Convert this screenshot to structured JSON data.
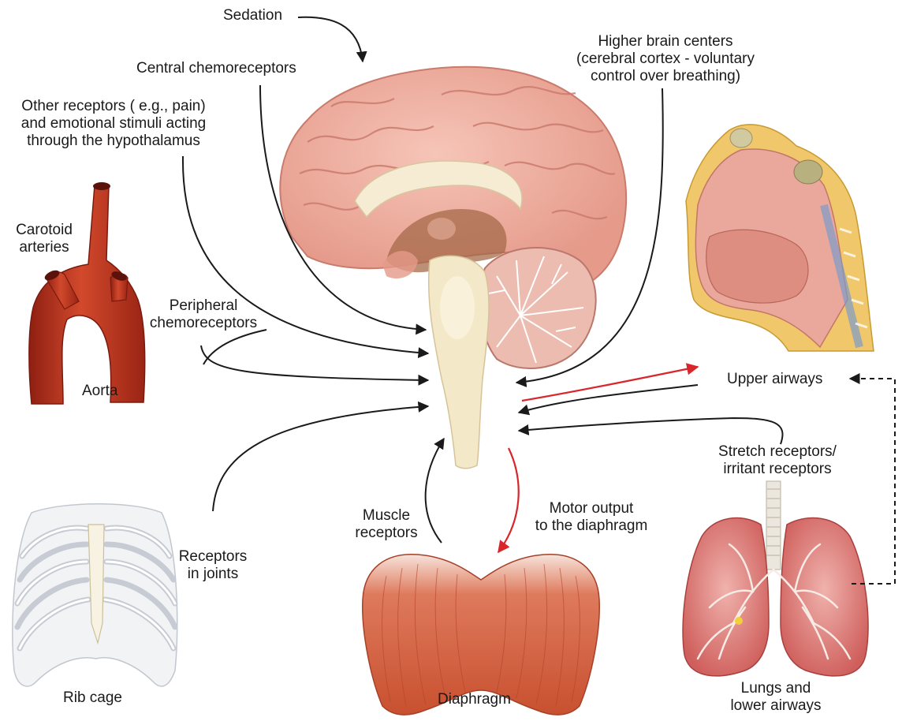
{
  "labels": {
    "sedation": "Sedation",
    "central_chemoreceptors": "Central chemoreceptors",
    "other_receptors": [
      "Other receptors ( e.g., pain)",
      "and emotional stimuli acting",
      "through the hypothalamus"
    ],
    "higher_brain_centers": [
      "Higher brain centers",
      "(cerebral cortex - voluntary",
      "control over breathing)"
    ],
    "carotoid_arteries": [
      "Carotoid",
      "arteries"
    ],
    "aorta": "Aorta",
    "peripheral_chemoreceptors": [
      "Peripheral",
      "chemoreceptors"
    ],
    "upper_airways": "Upper airways",
    "stretch_receptors": [
      "Stretch receptors/",
      "irritant receptors"
    ],
    "motor_output": [
      "Motor output",
      "to the diaphragm"
    ],
    "muscle_receptors": [
      "Muscle",
      "receptors"
    ],
    "receptors_in_joints": [
      "Receptors",
      "in joints"
    ],
    "rib_cage": "Rib cage",
    "diaphragm": "Diaphragm",
    "lungs": [
      "Lungs and",
      "lower airways"
    ]
  },
  "colors": {
    "arrow": "#1a1a1a",
    "motor_arrow": "#d8262b",
    "brain": "#eaa59a",
    "brainstem": "#f3e8c8",
    "artery": "#c93a22",
    "muscle": "#cf5a3c",
    "lung": "#d8716f",
    "bone": "#eef0f2"
  }
}
